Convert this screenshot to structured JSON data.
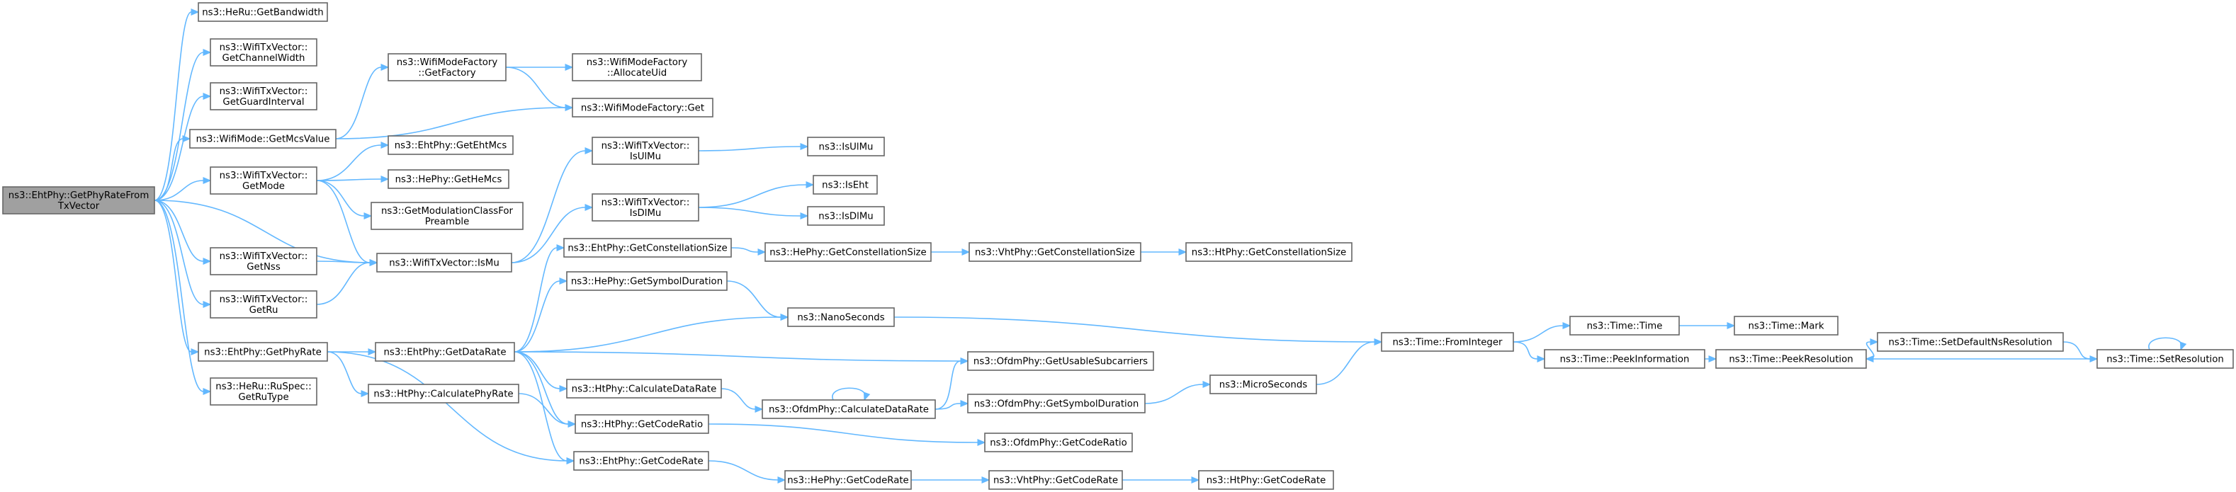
{
  "accent_colors": {
    "edge": "#63b8ff",
    "node_border": "#666666",
    "root_fill": "#a0a0a0",
    "node_fill": "#ffffff"
  },
  "nodes": [
    {
      "id": "root",
      "lines": [
        "ns3::EhtPhy::GetPhyRateFrom",
        "TxVector"
      ]
    },
    {
      "id": "heru_getbandwidth",
      "lines": [
        "ns3::HeRu::GetBandwidth"
      ]
    },
    {
      "id": "txv_getchannelwidth",
      "lines": [
        "ns3::WifiTxVector::",
        "GetChannelWidth"
      ]
    },
    {
      "id": "txv_getguardinterval",
      "lines": [
        "ns3::WifiTxVector::",
        "GetGuardInterval"
      ]
    },
    {
      "id": "wifimode_getmcsvalue",
      "lines": [
        "ns3::WifiMode::GetMcsValue"
      ]
    },
    {
      "id": "txv_getmode",
      "lines": [
        "ns3::WifiTxVector::",
        "GetMode"
      ]
    },
    {
      "id": "txv_getnss",
      "lines": [
        "ns3::WifiTxVector::",
        "GetNss"
      ]
    },
    {
      "id": "txv_getru",
      "lines": [
        "ns3::WifiTxVector::",
        "GetRu"
      ]
    },
    {
      "id": "ehtphy_getphyrate",
      "lines": [
        "ns3::EhtPhy::GetPhyRate"
      ]
    },
    {
      "id": "heruspec_getrutype",
      "lines": [
        "ns3::HeRu::RuSpec::",
        "GetRuType"
      ]
    },
    {
      "id": "wmf_getfactory",
      "lines": [
        "ns3::WifiModeFactory",
        "::GetFactory"
      ]
    },
    {
      "id": "wmf_allocateuid",
      "lines": [
        "ns3::WifiModeFactory",
        "::AllocateUid"
      ]
    },
    {
      "id": "wmf_get",
      "lines": [
        "ns3::WifiModeFactory::Get"
      ]
    },
    {
      "id": "ehtphy_getehtmcs",
      "lines": [
        "ns3::EhtPhy::GetEhtMcs"
      ]
    },
    {
      "id": "hephy_gethemcs",
      "lines": [
        "ns3::HePhy::GetHeMcs"
      ]
    },
    {
      "id": "getmodulationclassforpreamble",
      "lines": [
        "ns3::GetModulationClassFor",
        "Preamble"
      ]
    },
    {
      "id": "txv_ismu",
      "lines": [
        "ns3::WifiTxVector::IsMu"
      ]
    },
    {
      "id": "txv_isulmu",
      "lines": [
        "ns3::WifiTxVector::",
        "IsUlMu"
      ]
    },
    {
      "id": "txv_isdlmu",
      "lines": [
        "ns3::WifiTxVector::",
        "IsDlMu"
      ]
    },
    {
      "id": "isulmu",
      "lines": [
        "ns3::IsUlMu"
      ]
    },
    {
      "id": "iseht",
      "lines": [
        "ns3::IsEht"
      ]
    },
    {
      "id": "isdlmu",
      "lines": [
        "ns3::IsDlMu"
      ]
    },
    {
      "id": "ehtphy_getdatarate",
      "lines": [
        "ns3::EhtPhy::GetDataRate"
      ]
    },
    {
      "id": "htphy_calculatephyrate",
      "lines": [
        "ns3::HtPhy::CalculatePhyRate"
      ]
    },
    {
      "id": "ehtphy_getconstellationsize",
      "lines": [
        "ns3::EhtPhy::GetConstellationSize"
      ]
    },
    {
      "id": "hephy_getsymbolduration",
      "lines": [
        "ns3::HePhy::GetSymbolDuration"
      ]
    },
    {
      "id": "htphy_calculatedatarate",
      "lines": [
        "ns3::HtPhy::CalculateDataRate"
      ]
    },
    {
      "id": "htphy_getcoderatio",
      "lines": [
        "ns3::HtPhy::GetCodeRatio"
      ]
    },
    {
      "id": "ehtphy_getcoderate",
      "lines": [
        "ns3::EhtPhy::GetCodeRate"
      ]
    },
    {
      "id": "hephy_getconstellationsize",
      "lines": [
        "ns3::HePhy::GetConstellationSize"
      ]
    },
    {
      "id": "nanoseconds",
      "lines": [
        "ns3::NanoSeconds"
      ]
    },
    {
      "id": "ofdm_calculatedatarate",
      "lines": [
        "ns3::OfdmPhy::CalculateDataRate"
      ]
    },
    {
      "id": "hephy_getcoderate",
      "lines": [
        "ns3::HePhy::GetCodeRate"
      ]
    },
    {
      "id": "vhtphy_getconstellationsize",
      "lines": [
        "ns3::VhtPhy::GetConstellationSize"
      ]
    },
    {
      "id": "ofdm_getusablesubcarriers",
      "lines": [
        "ns3::OfdmPhy::GetUsableSubcarriers"
      ]
    },
    {
      "id": "ofdm_getsymbolduration",
      "lines": [
        "ns3::OfdmPhy::GetSymbolDuration"
      ]
    },
    {
      "id": "ofdm_getcoderatio",
      "lines": [
        "ns3::OfdmPhy::GetCodeRatio"
      ]
    },
    {
      "id": "vhtphy_getcoderate",
      "lines": [
        "ns3::VhtPhy::GetCodeRate"
      ]
    },
    {
      "id": "htphy_getconstellationsize",
      "lines": [
        "ns3::HtPhy::GetConstellationSize"
      ]
    },
    {
      "id": "microseconds",
      "lines": [
        "ns3::MicroSeconds"
      ]
    },
    {
      "id": "htphy_getcoderate",
      "lines": [
        "ns3::HtPhy::GetCodeRate"
      ]
    },
    {
      "id": "time_frominteger",
      "lines": [
        "ns3::Time::FromInteger"
      ]
    },
    {
      "id": "time_time",
      "lines": [
        "ns3::Time::Time"
      ]
    },
    {
      "id": "time_peekinformation",
      "lines": [
        "ns3::Time::PeekInformation"
      ]
    },
    {
      "id": "time_mark",
      "lines": [
        "ns3::Time::Mark"
      ]
    },
    {
      "id": "time_peekresolution",
      "lines": [
        "ns3::Time::PeekResolution"
      ]
    },
    {
      "id": "time_setdefaultnsresolution",
      "lines": [
        "ns3::Time::SetDefaultNsResolution"
      ]
    },
    {
      "id": "time_setresolution",
      "lines": [
        "ns3::Time::SetResolution"
      ]
    }
  ]
}
